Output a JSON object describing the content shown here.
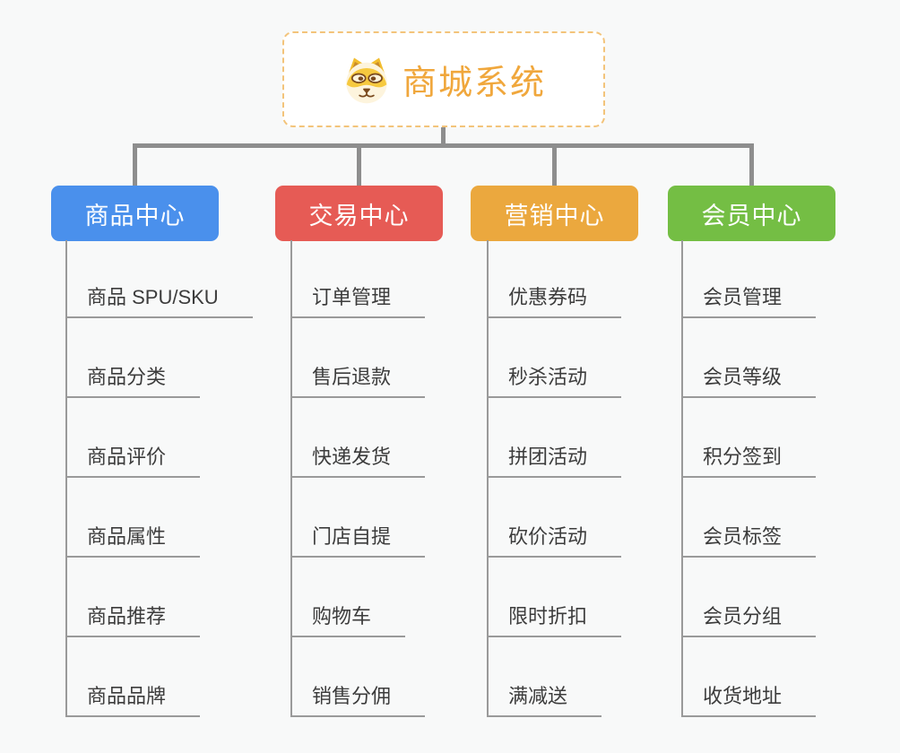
{
  "page": {
    "background": "#f8f9f9",
    "connector_color": "#8e8e8e"
  },
  "root": {
    "title": "商城系统",
    "color": "#f0a73c",
    "border_color": "#f3c47b",
    "icon": "dog-face-icon"
  },
  "branches": [
    {
      "label": "商品中心",
      "color": "#4a90ec",
      "items": [
        "商品 SPU/SKU",
        "商品分类",
        "商品评价",
        "商品属性",
        "商品推荐",
        "商品品牌"
      ]
    },
    {
      "label": "交易中心",
      "color": "#e65b55",
      "items": [
        "订单管理",
        "售后退款",
        "快递发货",
        "门店自提",
        "购物车",
        "销售分佣"
      ]
    },
    {
      "label": "营销中心",
      "color": "#eba83e",
      "items": [
        "优惠券码",
        "秒杀活动",
        "拼团活动",
        "砍价活动",
        "限时折扣",
        "满减送"
      ]
    },
    {
      "label": "会员中心",
      "color": "#74be44",
      "items": [
        "会员管理",
        "会员等级",
        "积分签到",
        "会员标签",
        "会员分组",
        "收货地址"
      ]
    }
  ]
}
